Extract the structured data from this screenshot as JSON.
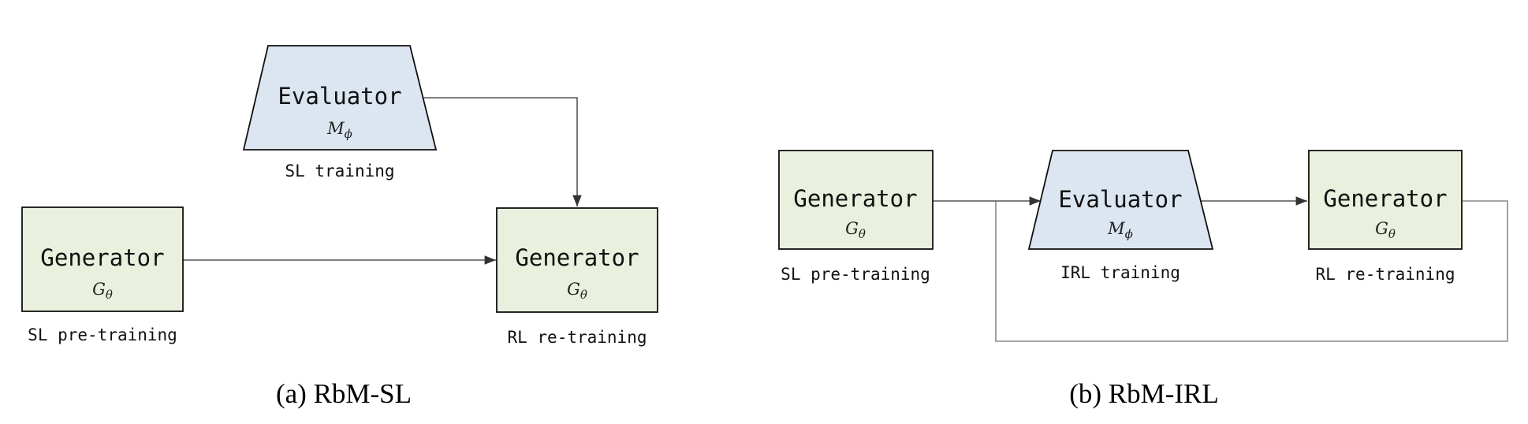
{
  "colors": {
    "generator_fill": "#e9f0dd",
    "evaluator_fill": "#dce6f1",
    "stroke": "#111111"
  },
  "panel_a": {
    "caption": "(a) RbM-SL",
    "evaluator": {
      "title": "Evaluator",
      "symbol": "M",
      "subscript": "ϕ",
      "stage": "SL training"
    },
    "generator_pre": {
      "title": "Generator",
      "symbol": "G",
      "subscript": "θ",
      "stage": "SL pre-training"
    },
    "generator_re": {
      "title": "Generator",
      "symbol": "G",
      "subscript": "θ",
      "stage": "RL re-training"
    }
  },
  "panel_b": {
    "caption": "(b) RbM-IRL",
    "generator_pre": {
      "title": "Generator",
      "symbol": "G",
      "subscript": "θ",
      "stage": "SL pre-training"
    },
    "evaluator": {
      "title": "Evaluator",
      "symbol": "M",
      "subscript": "ϕ",
      "stage": "IRL training"
    },
    "generator_re": {
      "title": "Generator",
      "symbol": "G",
      "subscript": "θ",
      "stage": "RL re-training"
    }
  }
}
